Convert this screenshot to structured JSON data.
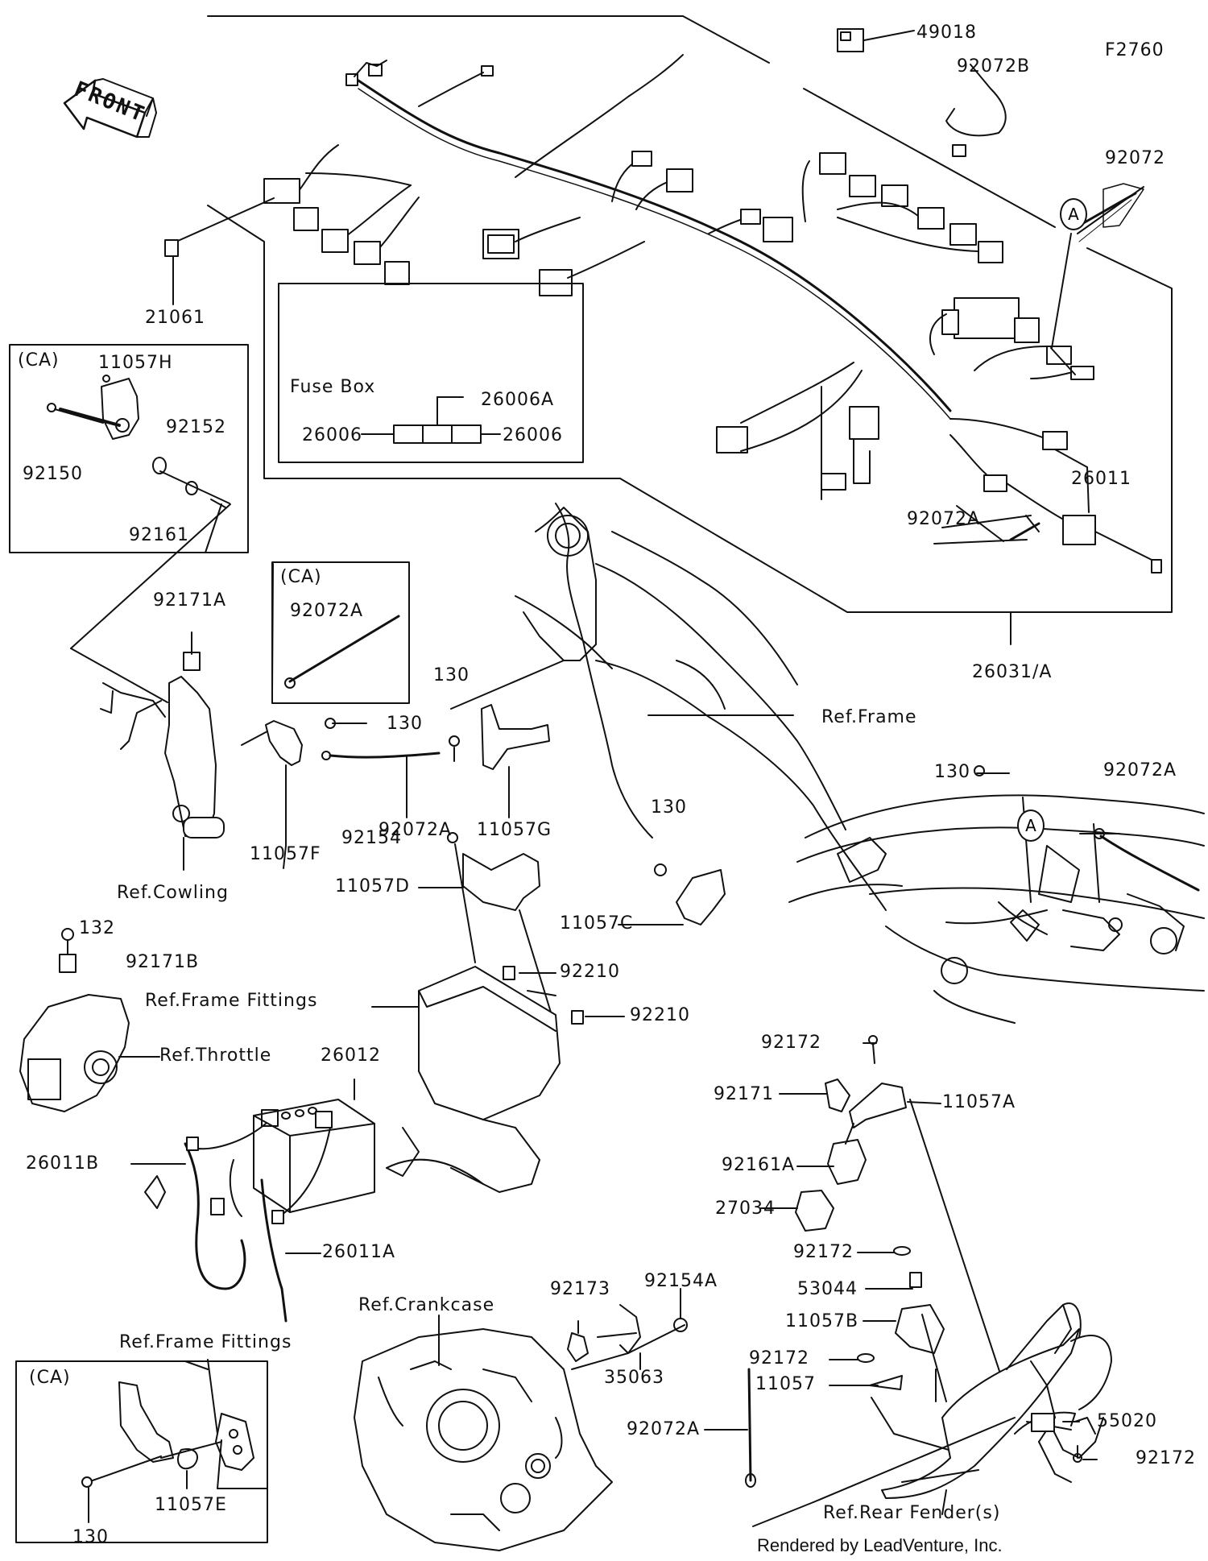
{
  "figure_code": "F2760",
  "front_label": "FRONT",
  "credit": "Rendered by LeadVenture, Inc.",
  "watermark": "LEADVENTURE",
  "box_labels": {
    "fuse_box": "Fuse Box",
    "ca_top": "(CA)",
    "ca_mid": "(CA)",
    "ca_bottom": "(CA)"
  },
  "circle_marker": "A",
  "parts": {
    "p49018": "49018",
    "p92072B": "92072B",
    "p92072": "92072",
    "p21061": "21061",
    "p11057H": "11057H",
    "p92152": "92152",
    "p92150": "92150",
    "p92161": "92161",
    "p26006A": "26006A",
    "p26006_left": "26006",
    "p26006_right": "26006",
    "p26011": "26011",
    "p92072A_harness": "92072A",
    "p26031A": "26031/A",
    "p92171A": "92171A",
    "p92072A_ca": "92072A",
    "p130_a": "130",
    "p130_b": "130",
    "p130_c": "130",
    "p130_d": "130",
    "p130_e": "130",
    "p92072A_mid": "92072A",
    "p11057F": "11057F",
    "p11057G": "11057G",
    "p92072A_right": "92072A",
    "p92154": "92154",
    "p11057D": "11057D",
    "p11057C": "11057C",
    "p132": "132",
    "p92171B": "92171B",
    "p92210_a": "92210",
    "p92210_b": "92210",
    "p26012": "26012",
    "p26011B": "26011B",
    "p26011A": "26011A",
    "p92172_a": "92172",
    "p92171": "92171",
    "p11057A": "11057A",
    "p92161A": "92161A",
    "p27034": "27034",
    "p92172_b": "92172",
    "p53044": "53044",
    "p11057B": "11057B",
    "p92172_c": "92172",
    "p11057": "11057",
    "p55020": "55020",
    "p92172_d": "92172",
    "p92072A_bottom": "92072A",
    "p92154A": "92154A",
    "p92173": "92173",
    "p35063": "35063",
    "p11057E": "11057E"
  },
  "refs": {
    "frame": "Ref.Frame",
    "cowling": "Ref.Cowling",
    "frame_fittings_a": "Ref.Frame Fittings",
    "throttle": "Ref.Throttle",
    "crankcase": "Ref.Crankcase",
    "frame_fittings_b": "Ref.Frame Fittings",
    "rear_fender": "Ref.Rear Fender(s)"
  }
}
